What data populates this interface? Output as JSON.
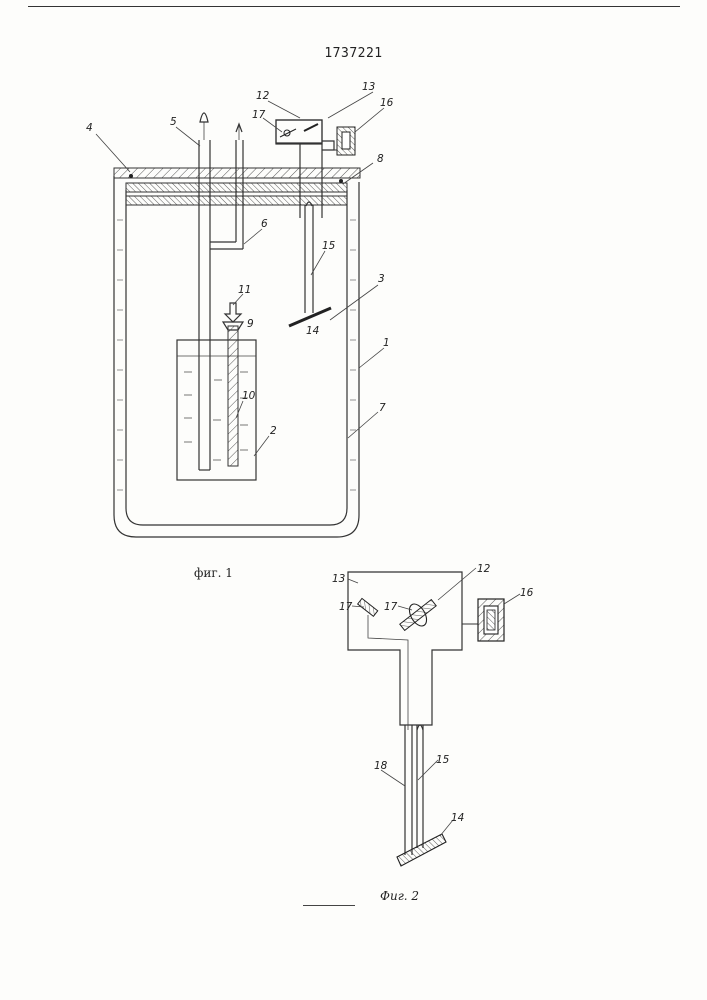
{
  "document": {
    "patent_number": "1737221",
    "figure_captions": {
      "fig1": "фиг. 1",
      "fig2": "Фиг. 2"
    }
  },
  "fig1": {
    "part_labels": [
      "4",
      "5",
      "12",
      "13",
      "16",
      "17",
      "8",
      "6",
      "15",
      "3",
      "11",
      "9",
      "14",
      "1",
      "10",
      "7",
      "2"
    ]
  },
  "fig2": {
    "part_labels": [
      "13",
      "12",
      "17",
      "17",
      "16",
      "18",
      "15",
      "14"
    ]
  }
}
